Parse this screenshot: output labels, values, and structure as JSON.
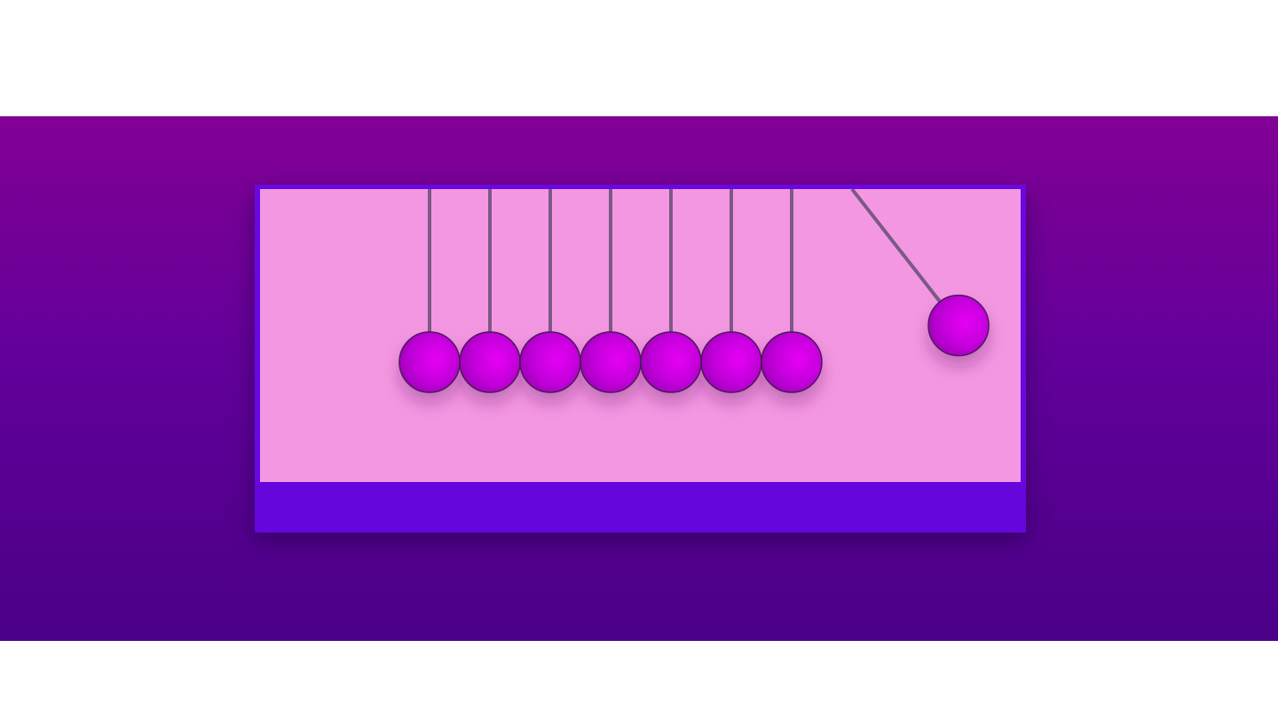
{
  "colors": {
    "background_top": "#820096",
    "background_bottom": "#4a0088",
    "frame": "#6a08e0",
    "panel": "#f497e2",
    "string": "#7a5a86",
    "ball_light": "#e000f0",
    "ball_dark": "#9a00b4",
    "ball_outline": "#4a1a5a"
  },
  "cradle": {
    "ball_count": 8,
    "balls_at_rest": 7,
    "swinging_ball": "right",
    "swing_angle_deg": 38
  }
}
